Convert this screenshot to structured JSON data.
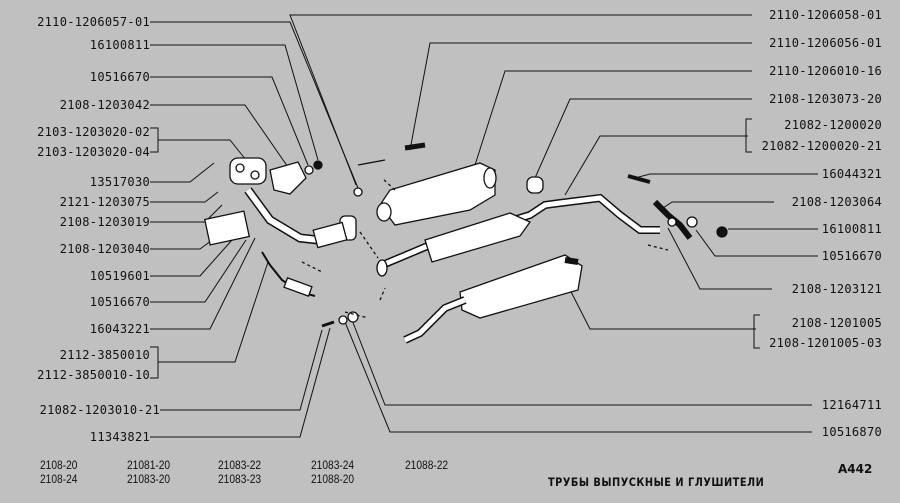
{
  "left_labels": [
    "2110-1206057-01",
    "16100811",
    "10516670",
    "2108-1203042",
    "2103-1203020-02",
    "2103-1203020-04",
    "13517030",
    "2121-1203075",
    "2108-1203019",
    "2108-1203040",
    "10519601",
    "10516670",
    "16043221",
    "2112-3850010",
    "2112-3850010-10",
    "21082-1203010-21",
    "11343821"
  ],
  "right_labels": [
    "2110-1206058-01",
    "2110-1206056-01",
    "2110-1206010-16",
    "2108-1203073-20",
    "21082-1200020",
    "21082-1200020-21",
    "16044321",
    "2108-1203064",
    "16100811",
    "10516670",
    "2108-1203121",
    "2108-1201005",
    "2108-1201005-03",
    "12164711",
    "10516870"
  ],
  "models": [
    [
      "2108-20",
      "2108-24"
    ],
    [
      "21081-20",
      "21083-20"
    ],
    [
      "21083-22",
      "21083-23"
    ],
    [
      "21083-24",
      "21088-20"
    ],
    [
      "21088-22"
    ]
  ],
  "title": "ТРУБЫ ВЫПУСКНЫЕ И ГЛУШИТЕЛИ",
  "page_code": "A442"
}
